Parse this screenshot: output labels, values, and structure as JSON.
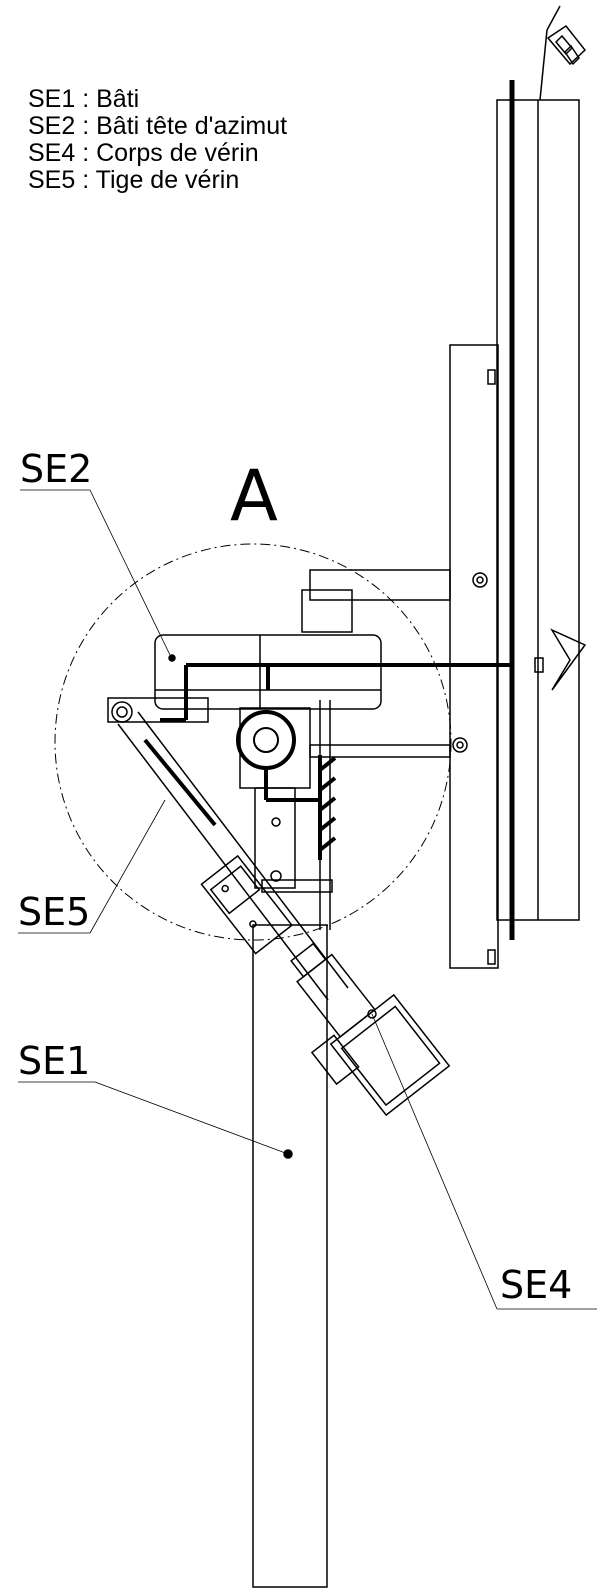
{
  "legend": {
    "items": [
      {
        "code": "SE1",
        "sep": " : ",
        "name": "Bâti"
      },
      {
        "code": "SE2",
        "sep": " : ",
        "name": "Bâti tête d'azimut"
      },
      {
        "code": "SE4",
        "sep": " : ",
        "name": "Corps de vérin"
      },
      {
        "code": "SE5",
        "sep": " : ",
        "name": "Tige de vérin"
      }
    ]
  },
  "view_label": "A",
  "callouts": {
    "se2": "SE2",
    "se5": "SE5",
    "se1": "SE1",
    "se4": "SE4"
  }
}
